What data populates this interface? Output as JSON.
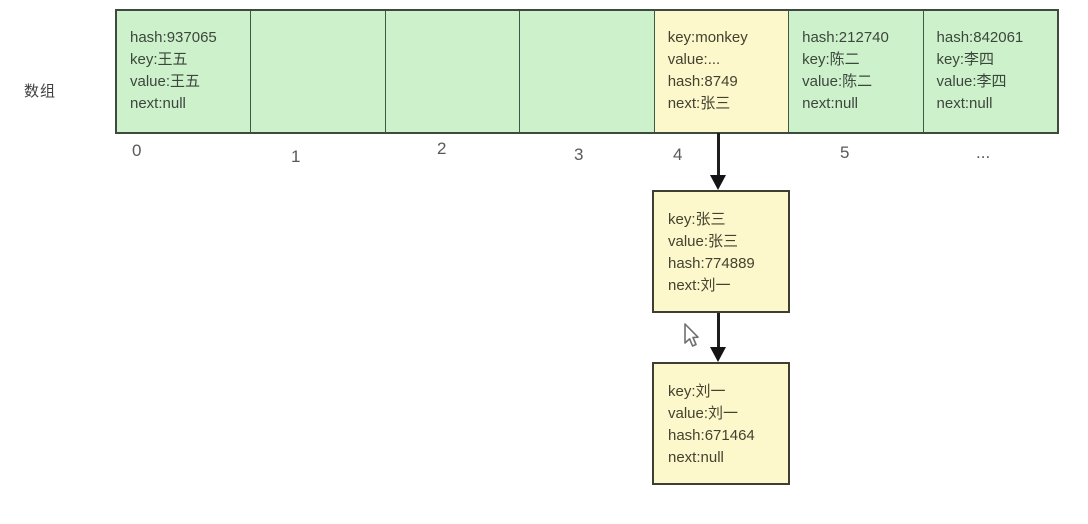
{
  "array_label": "数组",
  "array": {
    "cells": [
      {
        "index_label": "0",
        "fill": "green",
        "lines": [
          "hash:937065",
          "key:王五",
          "value:王五",
          "next:null"
        ]
      },
      {
        "index_label": "1",
        "fill": "green",
        "lines": []
      },
      {
        "index_label": "2",
        "fill": "green",
        "lines": []
      },
      {
        "index_label": "3",
        "fill": "green",
        "lines": []
      },
      {
        "index_label": "4",
        "fill": "yellow",
        "lines": [
          "key:monkey",
          "value:...",
          "hash:8749",
          "next:张三"
        ]
      },
      {
        "index_label": "5",
        "fill": "green",
        "lines": [
          "hash:212740",
          "key:陈二",
          "value:陈二",
          "next:null"
        ]
      },
      {
        "index_label": "...",
        "fill": "green",
        "lines": [
          "hash:842061",
          "key:李四",
          "value:李四",
          "next:null"
        ]
      }
    ]
  },
  "chain": {
    "nodes": [
      {
        "lines": [
          "key:张三",
          "value:张三",
          "hash:774889",
          "next:刘一"
        ]
      },
      {
        "lines": [
          "key:刘一",
          "value:刘一",
          "hash:671464",
          "next:null"
        ]
      }
    ]
  },
  "icons": {
    "cursor": "mouse-pointer-icon",
    "arrow_down": "arrow-down-icon"
  },
  "colors": {
    "bucket_green": "#cdf2cb",
    "bucket_yellow": "#fcf8cc",
    "border": "#3e4a3e",
    "cell_text": "#3c463c",
    "index_text": "#595959",
    "arrow": "#141414",
    "background": "#ffffff"
  }
}
